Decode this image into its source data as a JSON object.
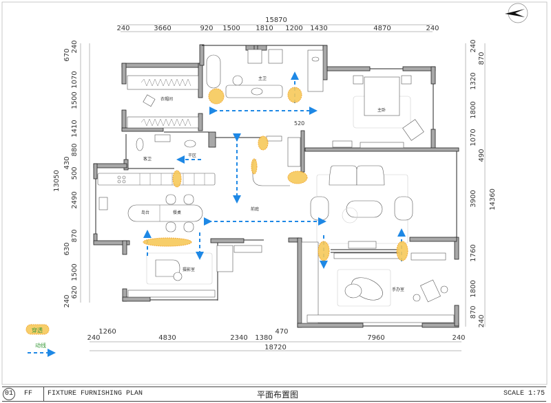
{
  "colors": {
    "flow": "#1e88e5",
    "penetration": "#f7c95a",
    "wall": "#a8a8a8"
  },
  "dimensions": {
    "top_total": "15870",
    "top": [
      "240",
      "3660",
      "920",
      "1500",
      "1810",
      "1200",
      "1430",
      "4870",
      "240"
    ],
    "left_total": "13050",
    "left": [
      "240",
      "670",
      "1070",
      "1500",
      "1410",
      "880",
      "430",
      "500",
      "2490",
      "870",
      "630",
      "1500",
      "620",
      "240"
    ],
    "right_total": "14360",
    "right": [
      "240",
      "870",
      "1320",
      "1800",
      "1070",
      "490",
      "3900",
      "1760",
      "1800",
      "870",
      "240"
    ],
    "bottom_total": "18720",
    "bottom": [
      "240",
      "1260",
      "4830",
      "2340",
      "1380",
      "470",
      "7960",
      "240"
    ],
    "door_note": "520"
  },
  "rooms": {
    "closet": "衣帽间",
    "master_bath": "主卫",
    "master_bedroom": "主卧",
    "guest_bath": "客卫",
    "dry_zone": "干区",
    "island": "岛台",
    "dining_table": "餐桌",
    "foyer": "前庭",
    "photo_studio": "摄影室",
    "figure_room": "手办室"
  },
  "legend": {
    "penetration_label": "穿透",
    "flow_label": "动线"
  },
  "title_block": {
    "number": "01",
    "code": "FF",
    "name_en": "FIXTURE FURNISHING PLAN",
    "name_cn": "平面布置图",
    "scale": "SCALE 1:75"
  },
  "icons": {
    "compass": "north-arrow-icon"
  }
}
